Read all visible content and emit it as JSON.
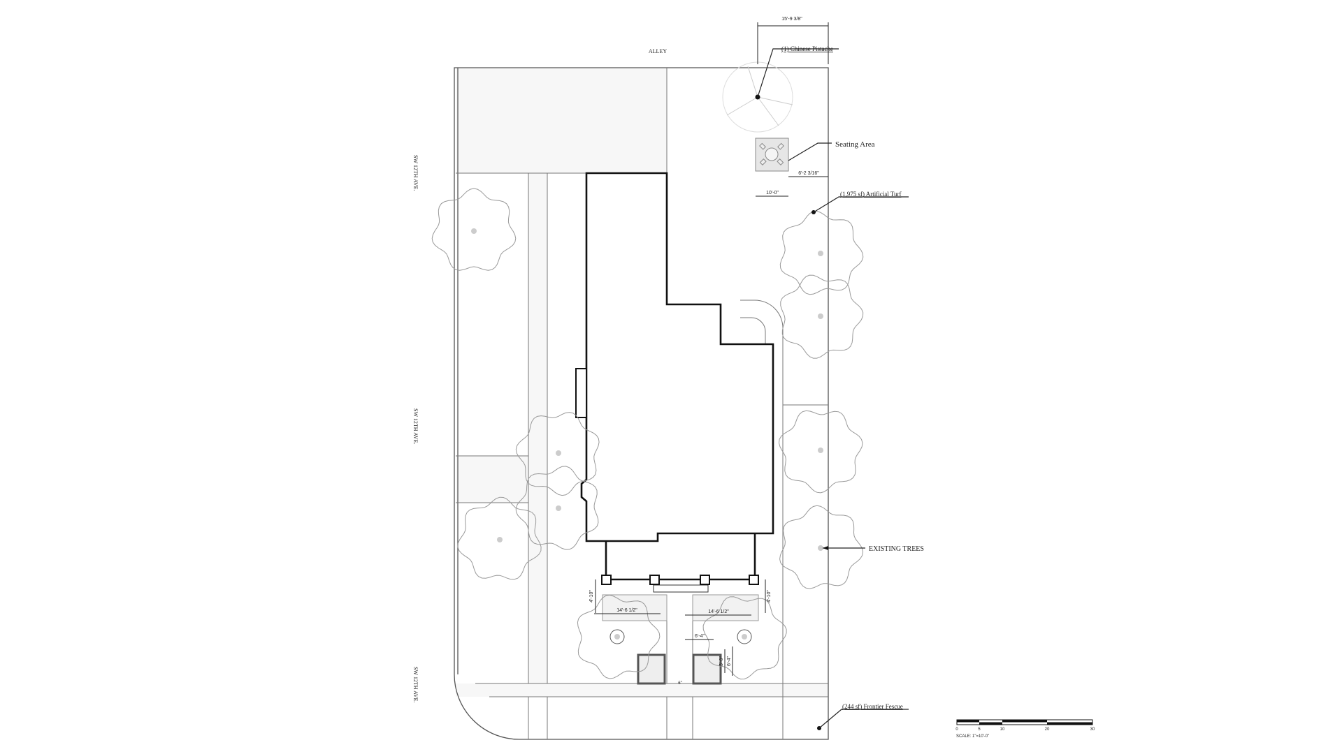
{
  "streets": {
    "alley": "ALLEY",
    "west_street": "SW 12TH AVE."
  },
  "callouts": {
    "chinese_pistache": "(1) Chinese Pistache",
    "seating_area": "Seating Area",
    "artificial_turf": "(1,975 sf) Artificial Turf",
    "existing_trees": "EXISTING TREES",
    "frontier_fescue": "(244 sf) Frontier Fescue"
  },
  "dimensions": {
    "pistache_offset": "15'-9 3/8\"",
    "seating_offset": "6'-2 3/16\"",
    "seating_width": "10'-0\"",
    "porch_depth_left": "4'-10\"",
    "porch_depth_right": "4'-10\"",
    "bed_width_left": "14'-6 1/2\"",
    "bed_width_right": "14'-6 1/2\"",
    "planter_width": "6'-4\"",
    "planter_inner": "5'-0\"",
    "planter_outer": "6'-4\"",
    "planter_gap": "6\""
  },
  "scale_bar": {
    "ticks": [
      "0",
      "5",
      "10",
      "20",
      "30"
    ],
    "label": "SCALE: 1\"=10'-0\""
  }
}
